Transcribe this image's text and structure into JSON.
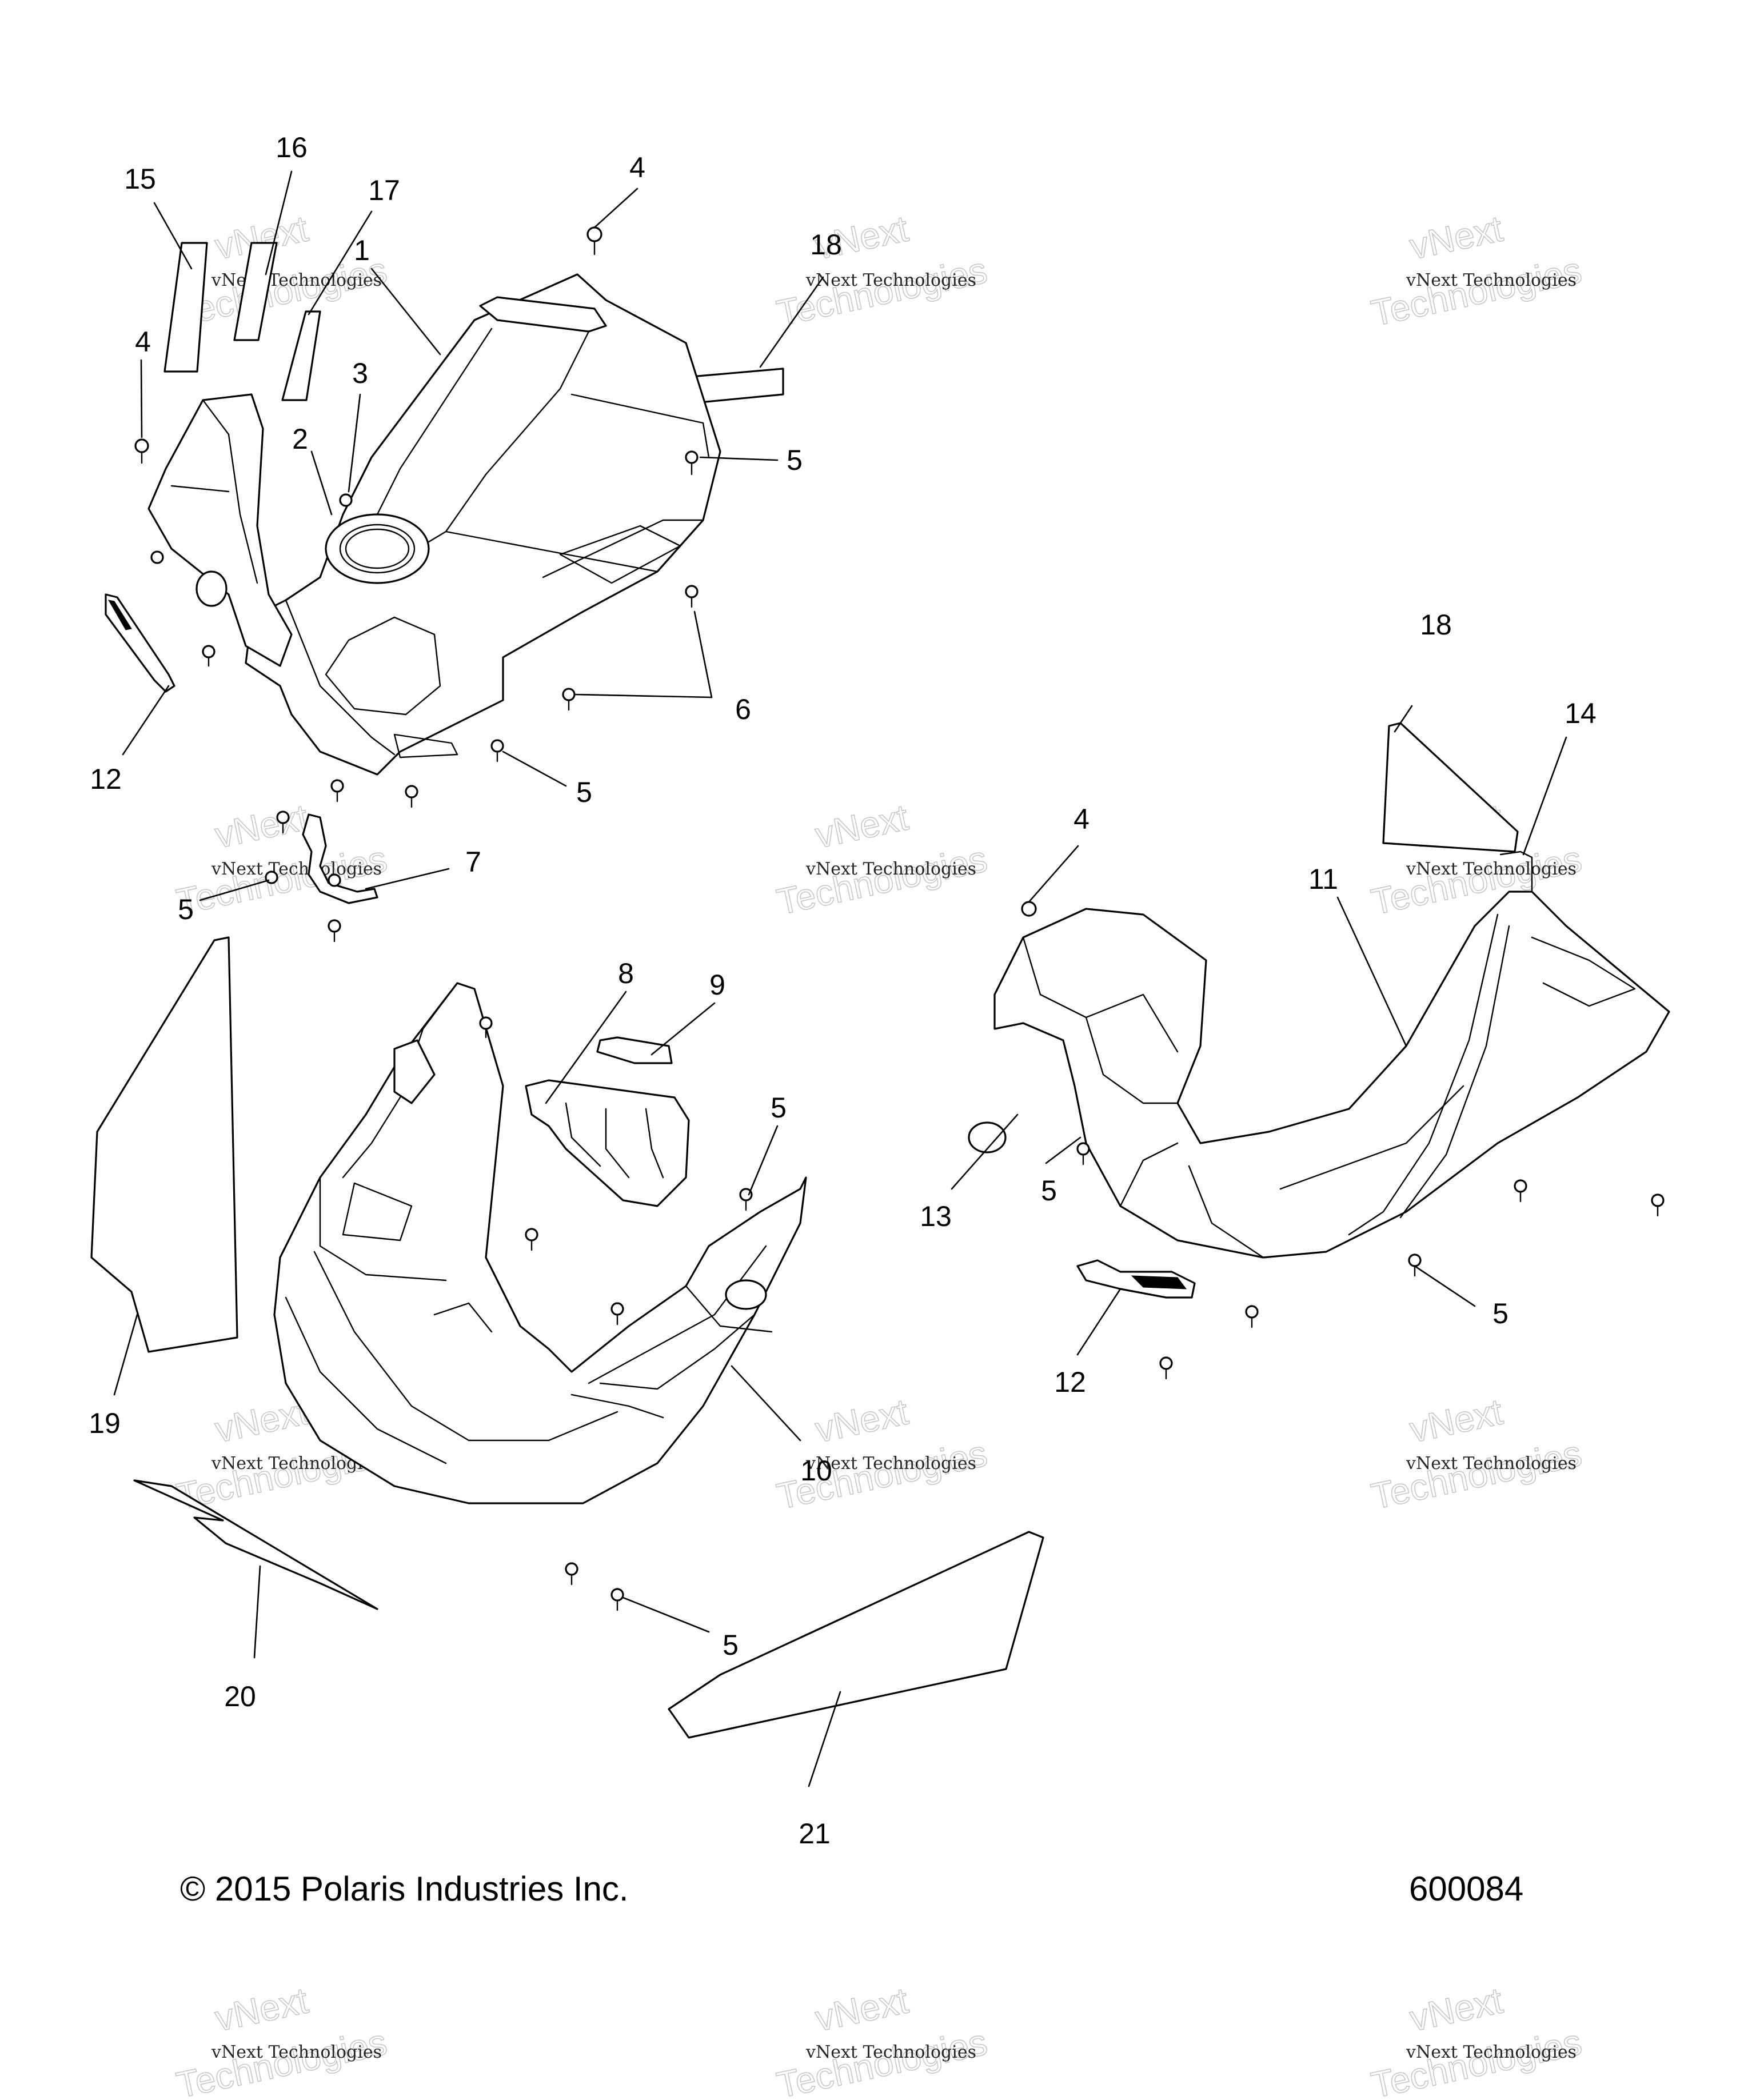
{
  "callouts": {
    "c1": "1",
    "c2": "2",
    "c3": "3",
    "c4a": "4",
    "c4b": "4",
    "c4c": "4",
    "c5a": "5",
    "c5b": "5",
    "c5c": "5",
    "c5d": "5",
    "c5e": "5",
    "c5f": "5",
    "c6": "6",
    "c7": "7",
    "c8": "8",
    "c9": "9",
    "c10": "10",
    "c11": "11",
    "c12a": "12",
    "c12b": "12",
    "c13": "13",
    "c14": "14",
    "c15": "15",
    "c16": "16",
    "c17": "17",
    "c18a": "18",
    "c18b": "18",
    "c19": "19",
    "c20": "20",
    "c21": "21"
  },
  "footer": {
    "copyright": "© 2015 Polaris Industries Inc.",
    "diagram_number": "600084"
  },
  "watermark": {
    "line_small": "vNext Technologies",
    "big_word_1": "vNext",
    "big_word_2": "Technologies"
  },
  "colors": {
    "line": "#000000",
    "background": "#ffffff",
    "watermark": "#9a9a9a"
  }
}
